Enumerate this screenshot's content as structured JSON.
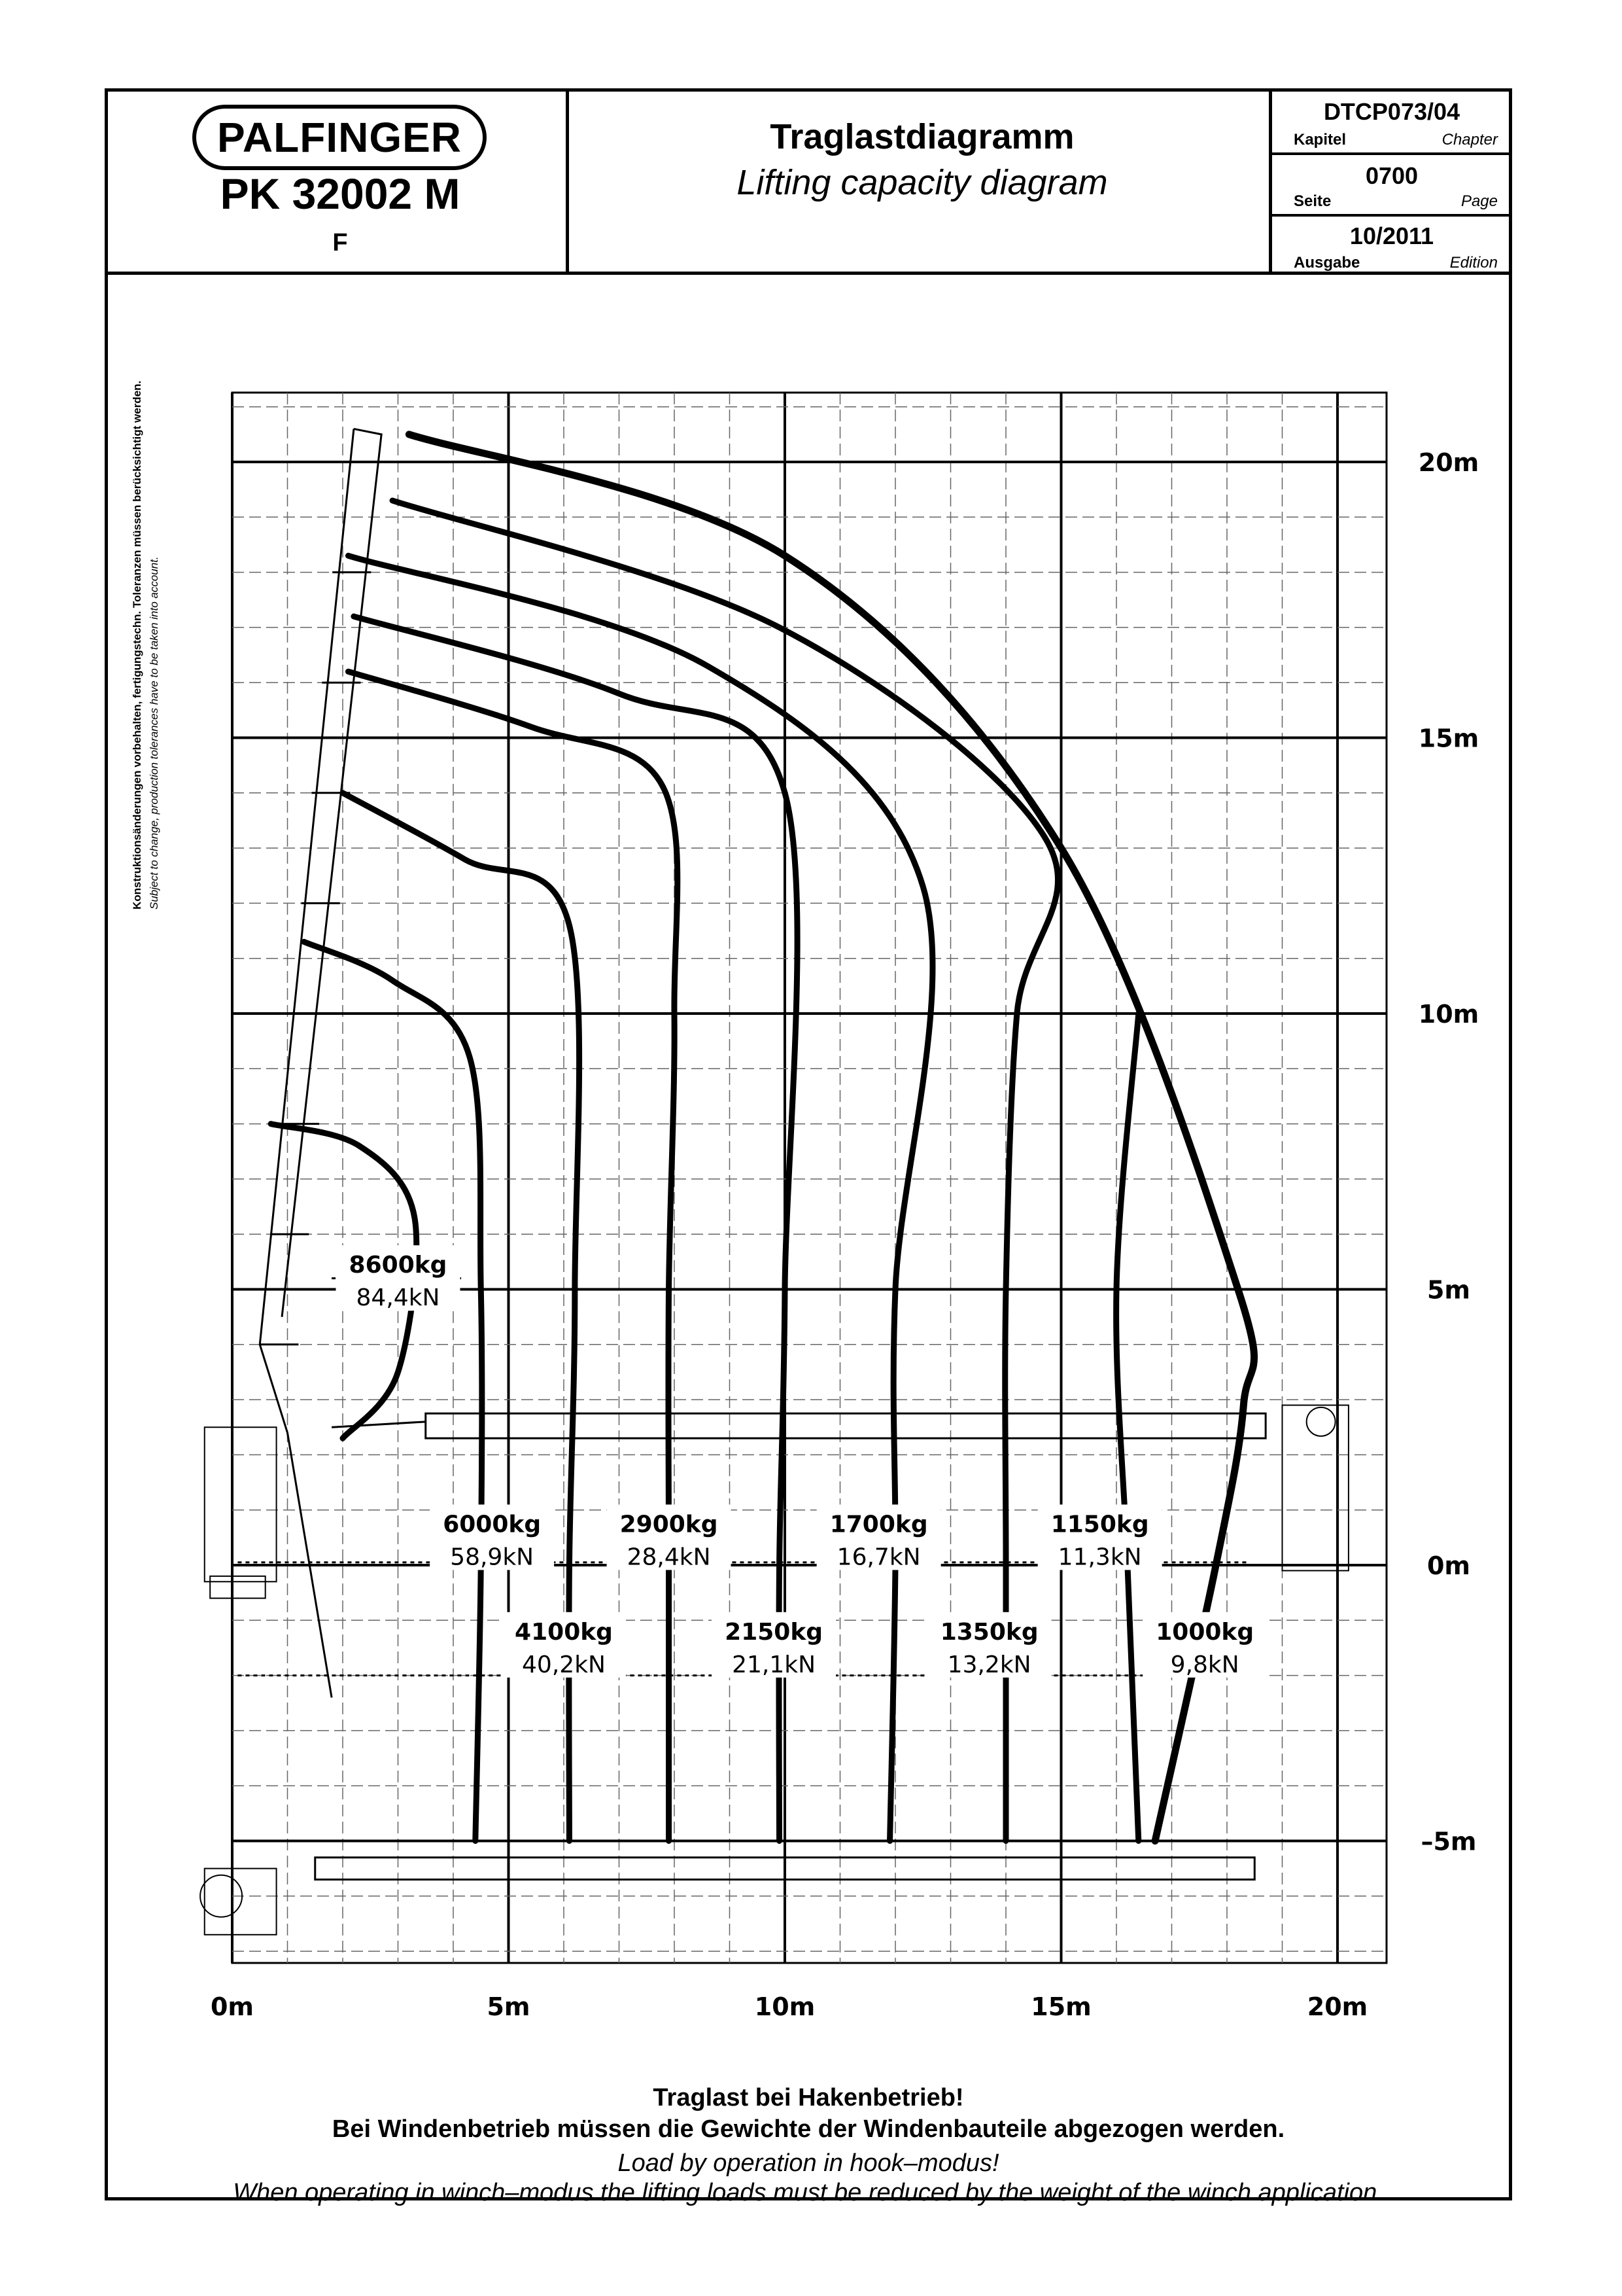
{
  "header": {
    "brand": "PALFINGER",
    "model": "PK 32002 M",
    "variant": "F",
    "title_de": "Traglastdiagramm",
    "title_en": "Lifting capacity diagram",
    "document_code": "DTCP073/04",
    "chapter_de": "Kapitel",
    "chapter_en": "Chapter",
    "page_number": "0700",
    "page_de": "Seite",
    "page_en": "Page",
    "edition": "10/2011",
    "edition_de": "Ausgabe",
    "edition_en": "Edition"
  },
  "side_note": {
    "de": "Konstruktionsänderungen vorbehalten, fertigungstechn. Toleranzen müssen berücksichtigt werden.",
    "en": "Subject to change, production tolerances have to be taken into account."
  },
  "chart_data": {
    "type": "line",
    "x_unit": "m",
    "y_unit": "m",
    "xlim": [
      0,
      21
    ],
    "ylim": [
      -7,
      21
    ],
    "grid": true,
    "x_ticks": [
      "0m",
      "5m",
      "10m",
      "15m",
      "20m"
    ],
    "y_ticks": [
      "20m",
      "15m",
      "10m",
      "5m",
      "0m",
      "–5m"
    ],
    "load_labels": [
      {
        "kg": "8600kg",
        "kn": "84,4kN"
      },
      {
        "kg": "6000kg",
        "kn": "58,9kN"
      },
      {
        "kg": "4100kg",
        "kn": "40,2kN"
      },
      {
        "kg": "2900kg",
        "kn": "28,4kN"
      },
      {
        "kg": "2150kg",
        "kn": "21,1kN"
      },
      {
        "kg": "1700kg",
        "kn": "16,7kN"
      },
      {
        "kg": "1350kg",
        "kn": "13,2kN"
      },
      {
        "kg": "1150kg",
        "kn": "11,3kN"
      },
      {
        "kg": "1000kg",
        "kn": "9,8kN"
      }
    ],
    "series": [
      {
        "load": "8600kg",
        "points": [
          [
            0.7,
            8
          ],
          [
            2.3,
            7.6
          ],
          [
            3.3,
            6.3
          ],
          [
            3.0,
            3.5
          ],
          [
            2.0,
            2.3
          ]
        ]
      },
      {
        "load": "6000kg",
        "points": [
          [
            1.3,
            11.3
          ],
          [
            2.9,
            10.6
          ],
          [
            4.3,
            9.2
          ],
          [
            4.5,
            5
          ],
          [
            4.5,
            0
          ],
          [
            4.4,
            -5
          ]
        ]
      },
      {
        "load": "4100kg",
        "points": [
          [
            2.0,
            14
          ],
          [
            4.2,
            12.8
          ],
          [
            6.1,
            11.6
          ],
          [
            6.2,
            5
          ],
          [
            6.1,
            0
          ],
          [
            6.1,
            -5
          ]
        ]
      },
      {
        "load": "2900kg",
        "points": [
          [
            2.1,
            16.2
          ],
          [
            5.4,
            15.2
          ],
          [
            7.8,
            14.1
          ],
          [
            8.0,
            10
          ],
          [
            7.9,
            5
          ],
          [
            7.9,
            0
          ],
          [
            7.9,
            -5
          ]
        ]
      },
      {
        "load": "2150kg",
        "points": [
          [
            2.2,
            17.2
          ],
          [
            7.0,
            15.8
          ],
          [
            10.0,
            14.0
          ],
          [
            10.0,
            5
          ],
          [
            9.9,
            0
          ],
          [
            9.9,
            -5
          ]
        ]
      },
      {
        "load": "1700kg",
        "points": [
          [
            2.1,
            18.3
          ],
          [
            8.6,
            16.3
          ],
          [
            12.5,
            12.3
          ],
          [
            12.0,
            5
          ],
          [
            12.0,
            0
          ],
          [
            11.9,
            -5
          ]
        ]
      },
      {
        "load": "1350kg",
        "points": [
          [
            2.9,
            19.3
          ],
          [
            9.9,
            17.0
          ],
          [
            14.7,
            13.2
          ],
          [
            14.2,
            10
          ],
          [
            14.0,
            5
          ],
          [
            14.0,
            0
          ],
          [
            14.0,
            -5
          ]
        ]
      },
      {
        "load": "1150kg",
        "points": [
          [
            16.4,
            10
          ],
          [
            16.0,
            5
          ],
          [
            16.2,
            0
          ],
          [
            16.4,
            -5
          ]
        ]
      },
      {
        "load": "1000kg",
        "points": [
          [
            3.2,
            20.5
          ],
          [
            10,
            18.3
          ],
          [
            15,
            13.0
          ],
          [
            18.2,
            5
          ],
          [
            18.3,
            2.9
          ],
          [
            17.8,
            0
          ],
          [
            16.7,
            -5
          ]
        ]
      }
    ]
  },
  "footer": {
    "line1_de": "Traglast bei Hakenbetrieb!",
    "line2_de": "Bei Windenbetrieb müssen die Gewichte der Windenbauteile abgezogen werden.",
    "line1_en": "Load by operation in hook–modus!",
    "line2_en": "When operating in winch–modus the lifting loads must be reduced by the weight of the winch application."
  }
}
